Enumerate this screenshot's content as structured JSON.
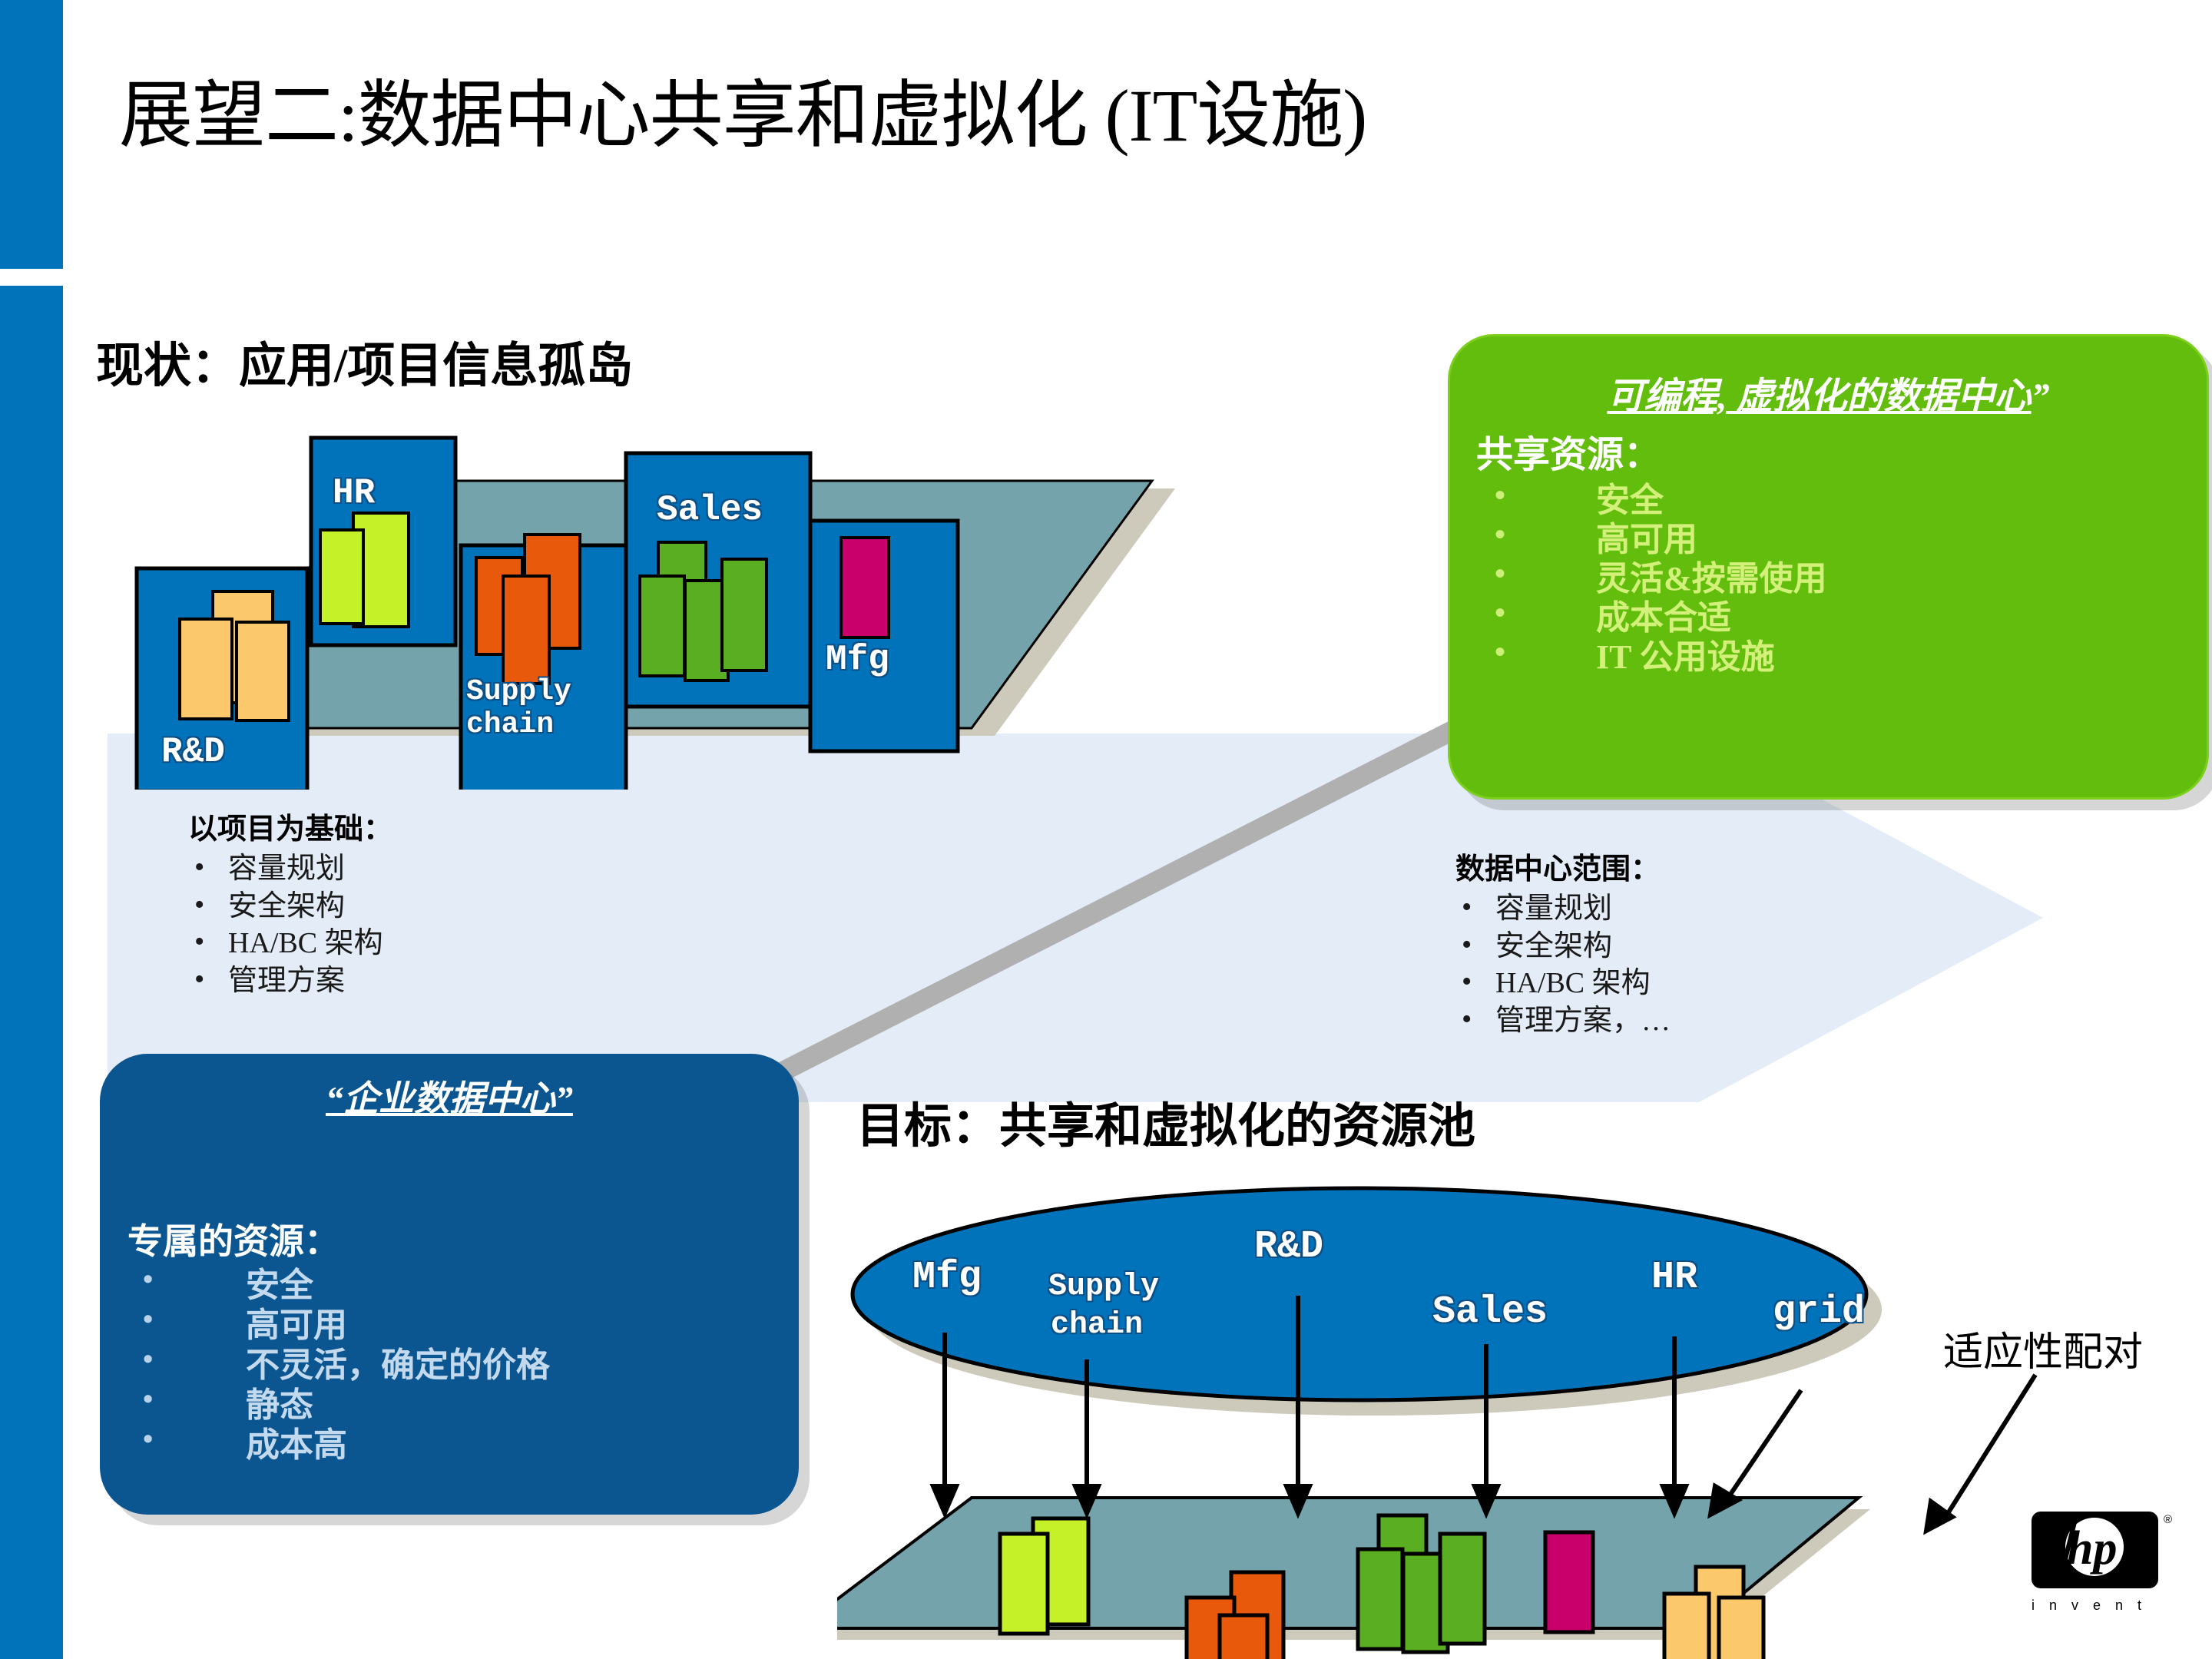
{
  "slide": {
    "title": "展望二:数据中心共享和虚拟化 (IT设施)",
    "heading_current": "现状：应用/项目信息孤岛",
    "heading_goal": "目标：共享和虚拟化的资源池",
    "adaptive_label": "适应性配对"
  },
  "silo_diagram": {
    "columns": [
      {
        "name": "R&D",
        "label": "R&D",
        "block_color": "#fbc96b"
      },
      {
        "name": "HR",
        "label": "HR",
        "block_color": "#c4f127"
      },
      {
        "name": "Supply chain",
        "label_line1": "Supply",
        "label_line2": "chain",
        "block_color": "#e8590c"
      },
      {
        "name": "Sales",
        "label": "Sales",
        "block_color": "#5aae21"
      },
      {
        "name": "Mfg",
        "label": "Mfg",
        "block_color": "#c9006b"
      }
    ]
  },
  "project_list": {
    "label": "以项目为基础：",
    "items": [
      "容量规划",
      "安全架构",
      "HA/BC 架构",
      "管理方案"
    ]
  },
  "dc_scope_list": {
    "label": "数据中心范围：",
    "items": [
      "容量规划",
      "安全架构",
      "HA/BC 架构",
      "管理方案，…"
    ]
  },
  "green_box": {
    "title": "可编程, 虚拟化的数据中心",
    "title_quote": "”",
    "subtitle": "共享资源：",
    "items": [
      "安全",
      "高可用",
      "灵活&按需使用",
      "成本合适",
      "IT 公用设施"
    ],
    "bg_color": "#63bd0d",
    "text_color": "#d2f07a"
  },
  "blue_box": {
    "title": "“企业数据中心”",
    "title_plain": "企业数据中心",
    "subtitle": "专属的资源：",
    "items": [
      "安全",
      "高可用",
      "不灵活，确定的价格",
      "静态",
      "成本高"
    ],
    "bg_color": "#0b5590",
    "text_color": "#c3d9ee"
  },
  "pool_diagram": {
    "ellipse_color": "#0073ba",
    "platform_color": "#74a3ac",
    "labels": [
      {
        "text": "Mfg",
        "size": 50
      },
      {
        "text": "Supply",
        "size": 40
      },
      {
        "text": "chain",
        "size": 40
      },
      {
        "text": "R&D",
        "size": 50
      },
      {
        "text": "Sales",
        "size": 50
      },
      {
        "text": "HR",
        "size": 50
      },
      {
        "text": "grid",
        "size": 50
      }
    ],
    "block_colors": [
      "#c4f127",
      "#e8590c",
      "#5aae21",
      "#c9006b",
      "#fbc96b"
    ]
  },
  "branding": {
    "logo_text": "hp",
    "tagline": "i n v e n t",
    "registered": "®",
    "bar_color": "#0073ba"
  }
}
